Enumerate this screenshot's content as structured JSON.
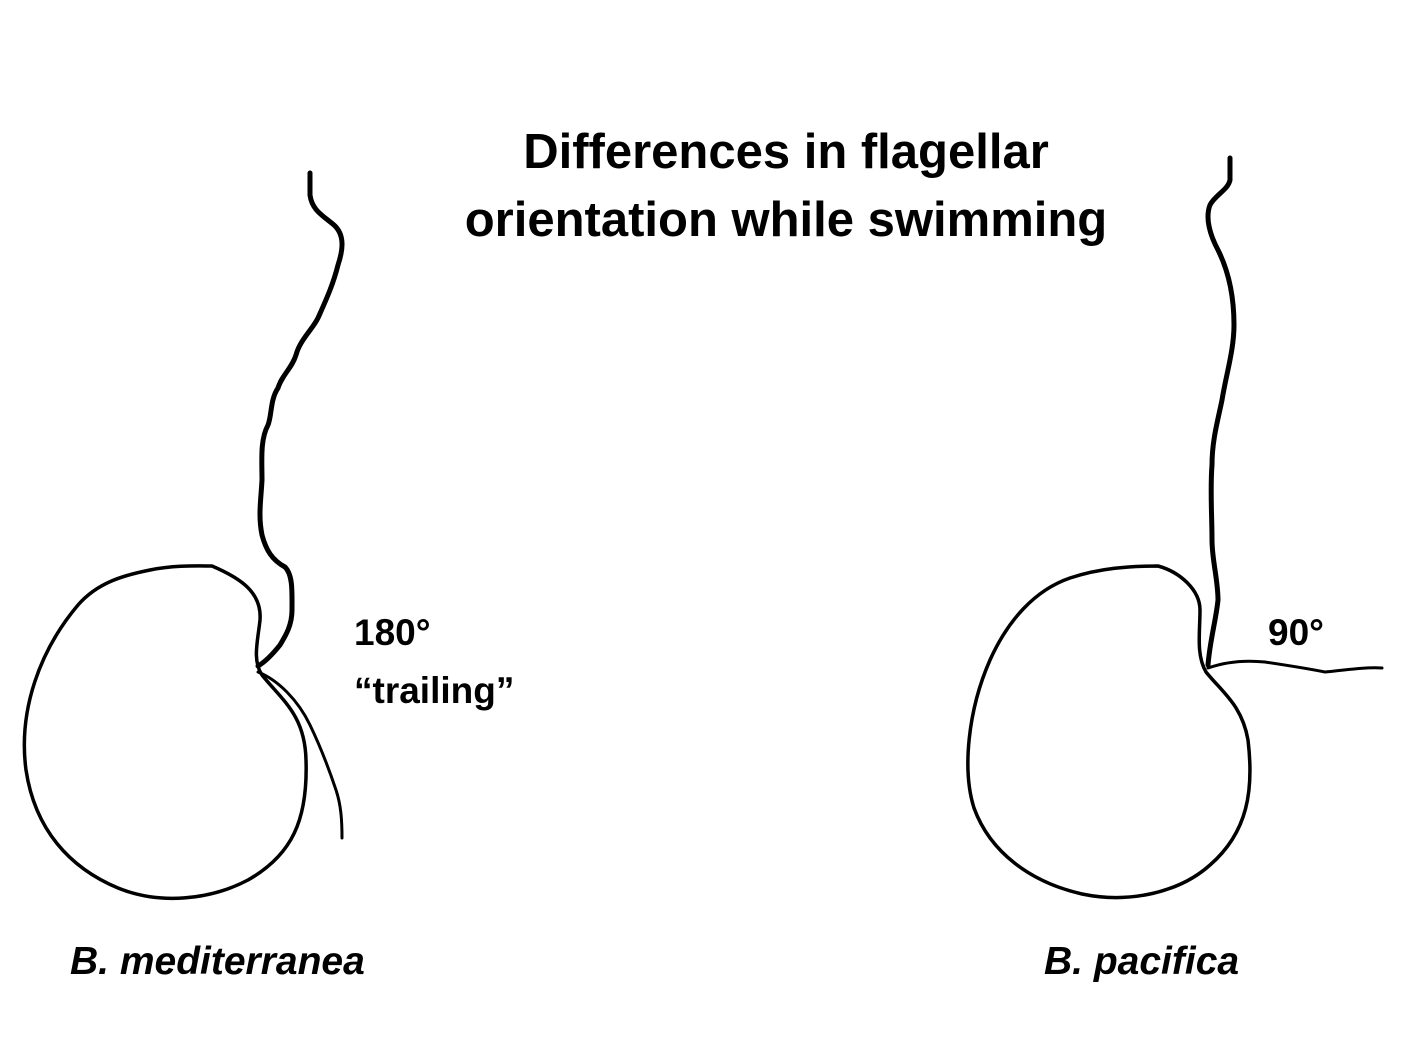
{
  "title": {
    "line1": "Differences in flagellar",
    "line2": "orientation while swimming"
  },
  "cells": [
    {
      "species": "B. mediterranea",
      "angle": "180°",
      "orientation": "“trailing”"
    },
    {
      "species": "B. pacifica",
      "angle": "90°",
      "orientation": ""
    }
  ]
}
